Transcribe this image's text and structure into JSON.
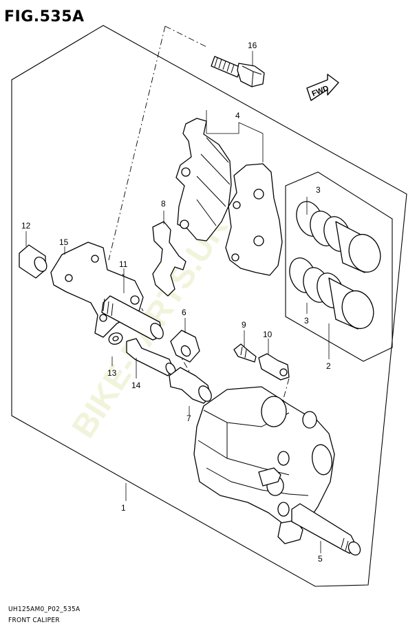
{
  "figure": {
    "title": "FIG.535A",
    "footer_code": "UH125AM0_P02_535A",
    "footer_caption": "FRONT CALIPER",
    "watermark": "BIKE-PARTS.UK"
  },
  "direction_badge": {
    "label": "FWD",
    "icon": "arrow-right-icon"
  },
  "callouts": [
    {
      "number": "1",
      "part": "caliper-assy"
    },
    {
      "number": "2",
      "part": "piston-set-bracket"
    },
    {
      "number": "3",
      "part": "piston-seal"
    },
    {
      "number": "3",
      "part": "piston-seal"
    },
    {
      "number": "4",
      "part": "brake-pad-set"
    },
    {
      "number": "5",
      "part": "pad-pin"
    },
    {
      "number": "6",
      "part": "pin-boot"
    },
    {
      "number": "7",
      "part": "slide-boot"
    },
    {
      "number": "8",
      "part": "pad-spring"
    },
    {
      "number": "9",
      "part": "bleeder-valve"
    },
    {
      "number": "10",
      "part": "bleeder-cap"
    },
    {
      "number": "11",
      "part": "slide-pin"
    },
    {
      "number": "12",
      "part": "spacer"
    },
    {
      "number": "13",
      "part": "washer"
    },
    {
      "number": "14",
      "part": "slide-bolt"
    },
    {
      "number": "15",
      "part": "caliper-holder"
    },
    {
      "number": "16",
      "part": "mounting-bolt"
    }
  ],
  "colors": {
    "line": "#000000",
    "background": "#ffffff",
    "watermark": "#e9edc4"
  }
}
